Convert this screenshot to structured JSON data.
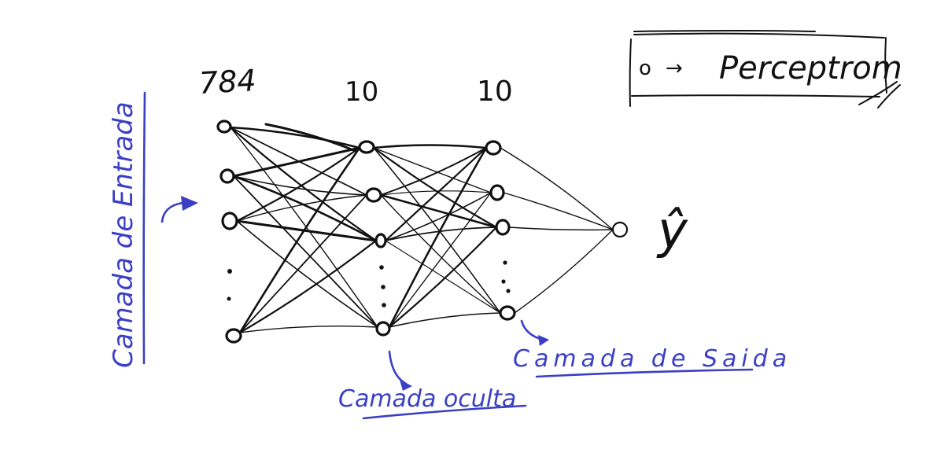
{
  "layers": {
    "input_count": "784",
    "hidden1_count": "10",
    "hidden2_count": "10",
    "output_label": "ŷ"
  },
  "labels": {
    "input_layer": "Camada de Entrada",
    "hidden_layer": "Camada oculta",
    "output_layer": "Camada de Saida"
  },
  "legend": {
    "symbol": "o",
    "arrow": "→",
    "text": "Perceptrom"
  },
  "colors": {
    "ink": "#111111",
    "annotation": "#3a3fc4",
    "background": "#ffffff"
  }
}
